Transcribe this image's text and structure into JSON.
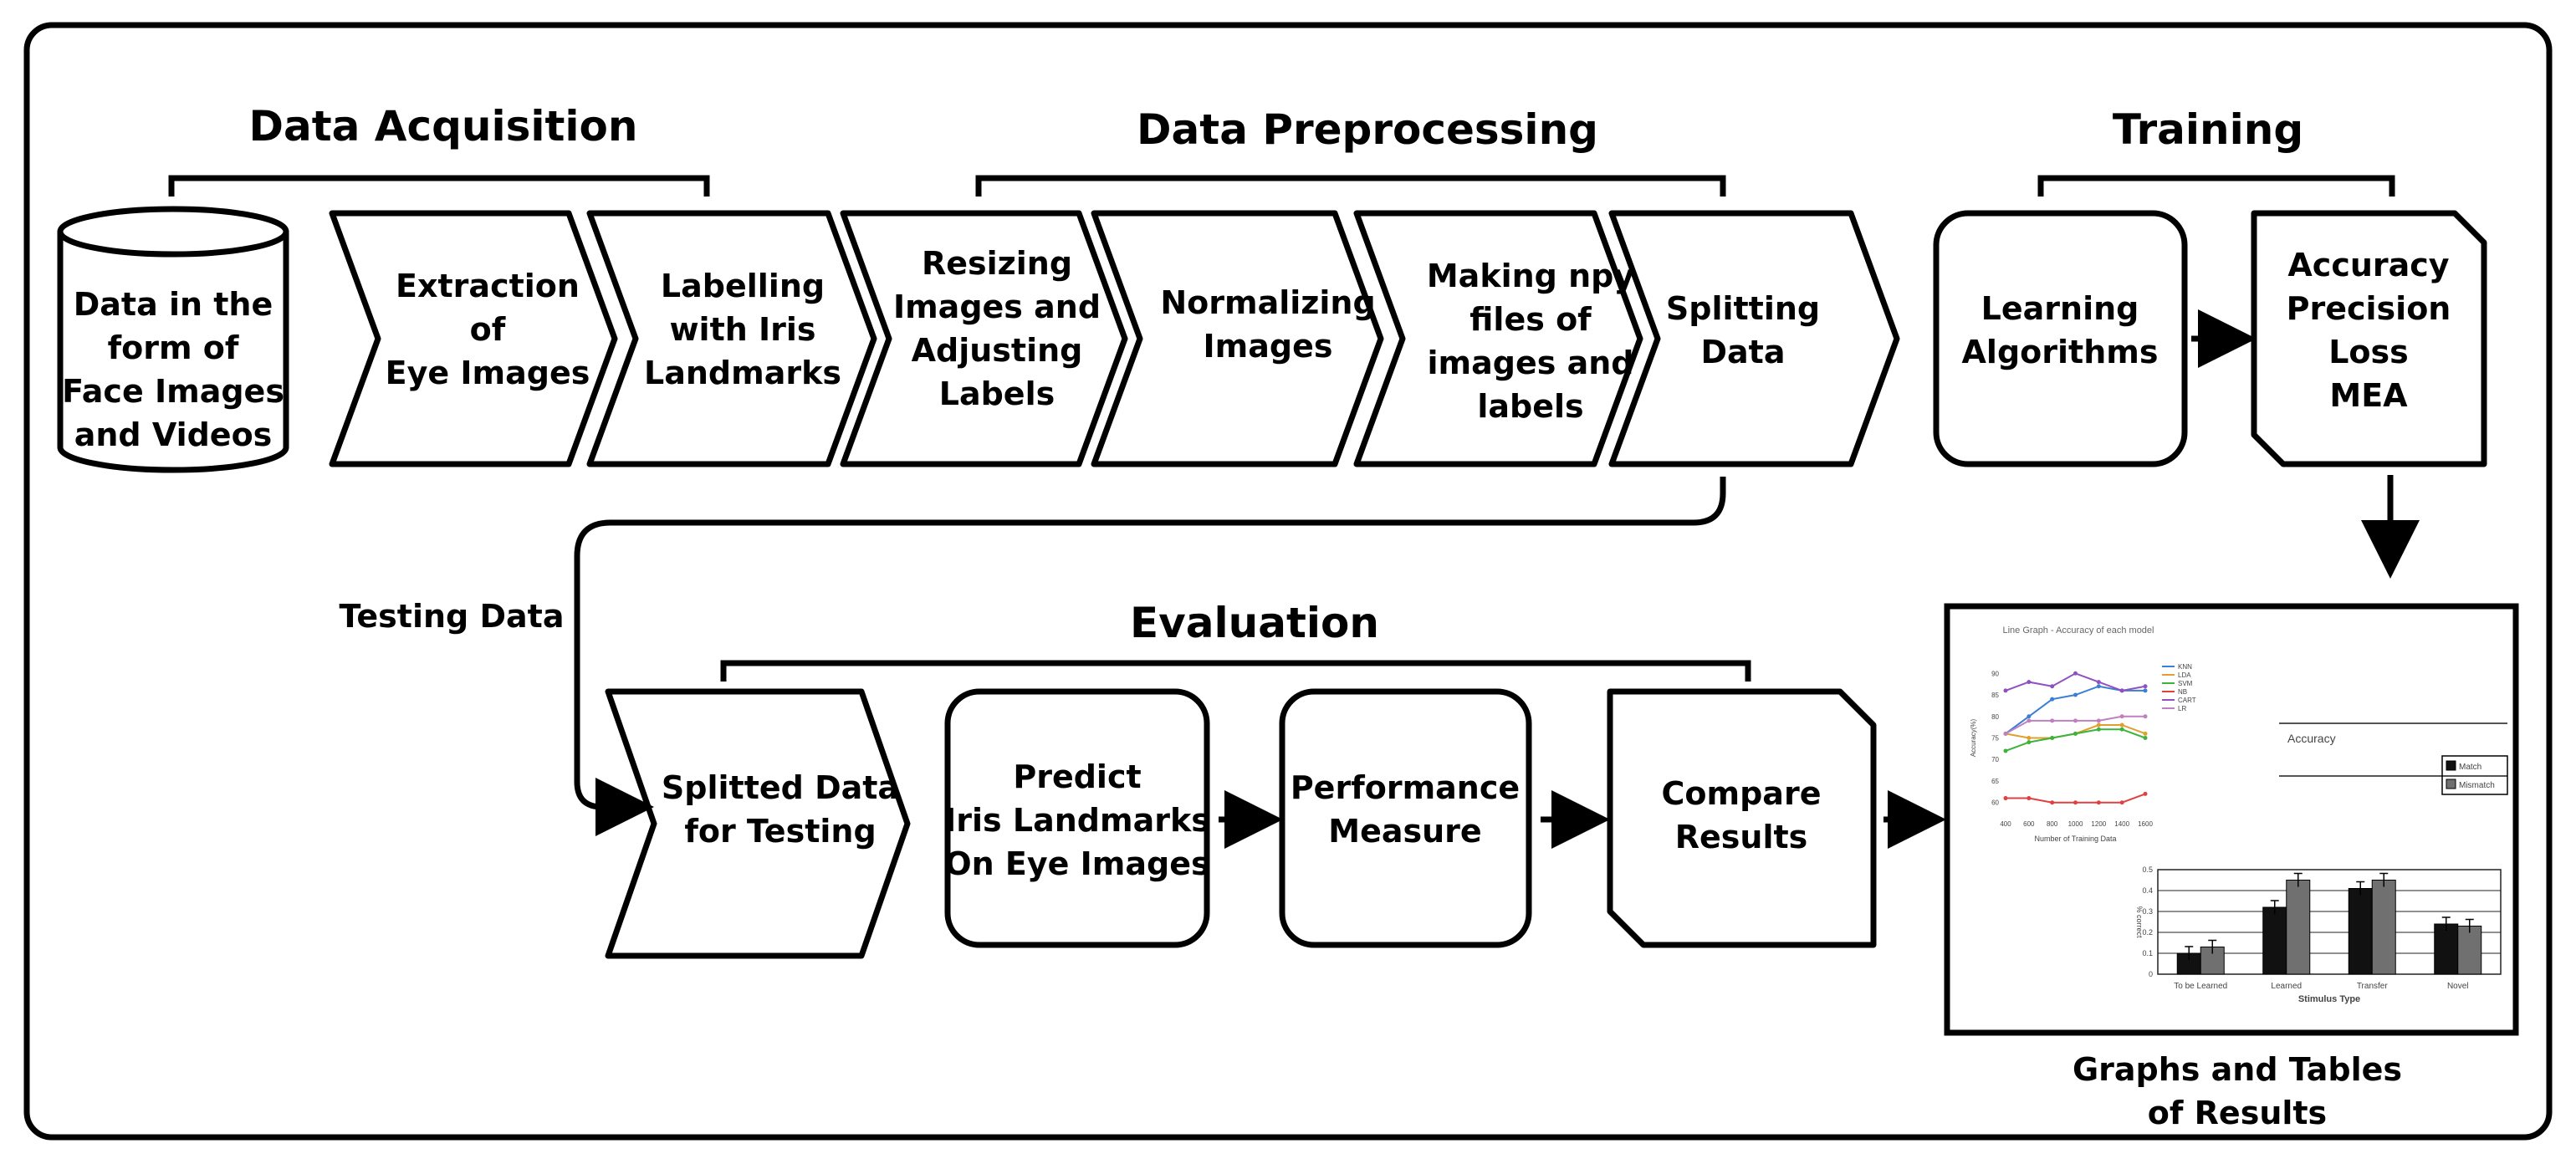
{
  "sections": {
    "acquisition": "Data Acquisition",
    "preprocessing": "Data Preprocessing",
    "training": "Training",
    "evaluation": "Evaluation"
  },
  "nodes": {
    "data_source": [
      "Data in the",
      "form of",
      "Face Images",
      "and Videos"
    ],
    "extraction": [
      "Extraction",
      "of",
      "Eye Images"
    ],
    "labelling": [
      "Labelling",
      "with Iris",
      "Landmarks"
    ],
    "resizing": [
      "Resizing",
      "Images and",
      "Adjusting",
      "Labels"
    ],
    "normalizing": [
      "Normalizing",
      "Images"
    ],
    "npy": [
      "Making npy",
      "files of",
      "images and",
      "labels"
    ],
    "splitting": [
      "Splitting",
      "Data"
    ],
    "learning": [
      "Learning",
      "Algorithms"
    ],
    "metrics": [
      "Accuracy",
      "Precision",
      "Loss",
      "MEA"
    ],
    "splitted": [
      "Splitted Data",
      "for Testing"
    ],
    "predict": [
      "Predict",
      "Iris Landmarks",
      "On Eye Images"
    ],
    "performance": [
      "Performance",
      "Measure"
    ],
    "compare": [
      "Compare",
      "Results"
    ]
  },
  "testing_data_label": "Testing Data",
  "results_caption": [
    "Graphs and Tables",
    "of Results"
  ],
  "thumbnail": {
    "line_chart": {
      "type": "line",
      "title": "Line Graph - Accuracy of each model",
      "xlabel": "Number of Training Data",
      "ylabel": "Accuracy(%)",
      "x": [
        400,
        600,
        800,
        1000,
        1200,
        1400,
        1600
      ],
      "ylim": [
        58,
        92
      ],
      "yticks": [
        60,
        65,
        70,
        75,
        80,
        85,
        90
      ],
      "series": [
        {
          "name": "KNN",
          "color": "#3a7fd5",
          "values": [
            76,
            80,
            84,
            85,
            87,
            86,
            86
          ]
        },
        {
          "name": "LDA",
          "color": "#e0a030",
          "values": [
            76,
            75,
            75,
            76,
            78,
            78,
            76
          ]
        },
        {
          "name": "SVM",
          "color": "#3cb43c",
          "values": [
            72,
            74,
            75,
            76,
            77,
            77,
            75
          ]
        },
        {
          "name": "NB",
          "color": "#e04040",
          "values": [
            61,
            61,
            60,
            60,
            60,
            60,
            62
          ]
        },
        {
          "name": "CART",
          "color": "#9050c0",
          "values": [
            86,
            88,
            87,
            90,
            88,
            86,
            87
          ]
        },
        {
          "name": "LR",
          "color": "#c080c0",
          "values": [
            76,
            79,
            79,
            79,
            79,
            80,
            80
          ]
        }
      ]
    },
    "accuracy_label": "Accuracy",
    "bar_chart": {
      "type": "bar",
      "xlabel": "Stimulus Type",
      "ylabel": "% correct",
      "categories": [
        "To be Learned",
        "Learned",
        "Transfer",
        "Novel"
      ],
      "ylim": [
        0,
        0.5
      ],
      "yticks": [
        "0",
        "0.1",
        "0.2",
        "0.3",
        "0.4",
        "0.5"
      ],
      "series": [
        {
          "name": "Match",
          "color": "#111111",
          "values": [
            0.1,
            0.32,
            0.41,
            0.24
          ]
        },
        {
          "name": "Mismatch",
          "color": "#707070",
          "values": [
            0.13,
            0.45,
            0.45,
            0.23
          ]
        }
      ]
    }
  },
  "colors": {
    "stroke": "#000000",
    "fill": "#ffffff"
  }
}
